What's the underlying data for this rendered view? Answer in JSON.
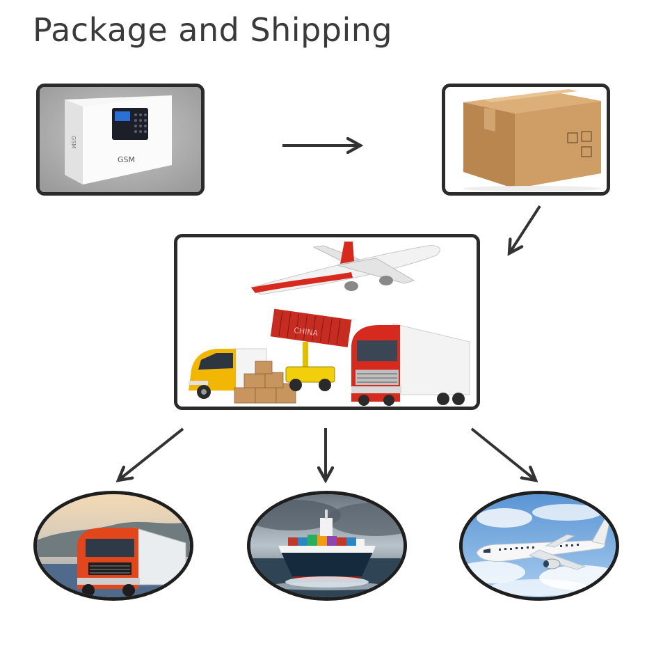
{
  "title": "Package and Shipping",
  "steps": {
    "product_box": {
      "brand_text": "GSM"
    },
    "shipping_carton": {},
    "logistics_hub": {
      "container_text": "CHINA"
    },
    "methods": [
      {
        "name": "truck"
      },
      {
        "name": "ship"
      },
      {
        "name": "plane"
      }
    ]
  },
  "colors": {
    "frame": "#2b2b2b",
    "arrow": "#333333",
    "cardboard": "#c8955e",
    "truck_red": "#d62a1e",
    "van_yellow": "#f2b705",
    "sky_blue": "#7fb2e0"
  }
}
